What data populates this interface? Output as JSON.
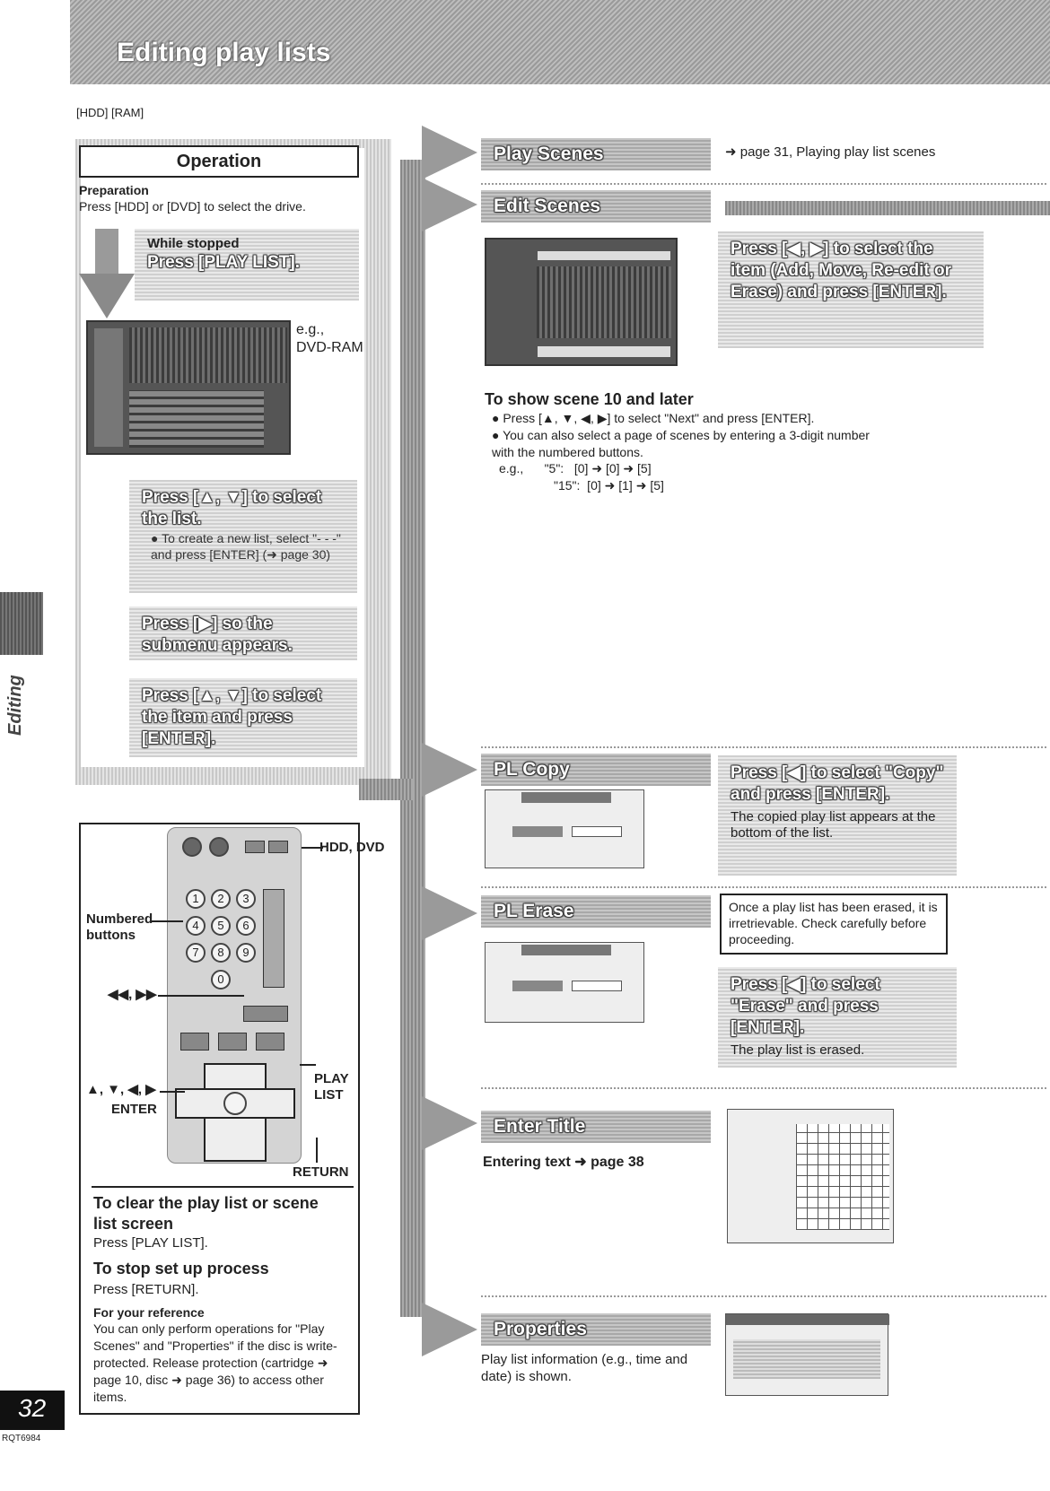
{
  "header": {
    "title": "Editing play lists",
    "drive_tags": "[HDD] [RAM]"
  },
  "side": {
    "tab_label": "Editing",
    "page_number": "32",
    "doc_code": "RQT6984"
  },
  "operation": {
    "title": "Operation",
    "prep_heading": "Preparation",
    "prep_text": "Press [HDD] or [DVD] to select the drive.",
    "step1_pre": "While stopped",
    "step1": "Press [PLAY LIST].",
    "example_label_1": "e.g.,",
    "example_label_2": "DVD-RAM",
    "step2": "Press [▲, ▼] to select the list.",
    "step2_note": "● To create a new list, select \"- - -\" and press [ENTER] (➜ page 30)",
    "step3": "Press [▶] so the submenu appears.",
    "step4": "Press [▲, ▼] to select the item and press [ENTER]."
  },
  "remote": {
    "hdd_dvd": "HDD, DVD",
    "numbered": "Numbered buttons",
    "skip": "◀◀, ▶▶",
    "arrows": "▲, ▼, ◀, ▶",
    "enter": "ENTER",
    "play_list": "PLAY LIST",
    "return": "RETURN",
    "keys": [
      "1",
      "2",
      "3",
      "4",
      "5",
      "6",
      "7",
      "8",
      "9",
      "0"
    ]
  },
  "clear": {
    "heading": "To clear the play list or scene list screen",
    "text": "Press [PLAY LIST]."
  },
  "stop": {
    "heading": "To stop set up process",
    "text": "Press [RETURN]."
  },
  "reference": {
    "heading": "For your reference",
    "text": "You can only perform operations for \"Play Scenes\" and \"Properties\" if the disc is write-protected. Release protection (cartridge ➜ page 10, disc ➜ page 36) to access other items."
  },
  "play_scenes": {
    "title": "Play Scenes",
    "ref": "➜ page 31, Playing play list scenes"
  },
  "edit_scenes": {
    "title": "Edit Scenes",
    "instruction": "Press [◀, ▶] to select the item (Add, Move, Re-edit or Erase) and press [ENTER].",
    "scene_heading": "To show scene 10 and later",
    "bullet1": "● Press [▲, ▼, ◀, ▶] to select \"Next\" and press [ENTER].",
    "bullet2": "● You can also select a page of scenes by entering a 3-digit number with the numbered buttons.",
    "eg1": "e.g.,      \"5\":   [0] ➜ [0] ➜ [5]",
    "eg2": "\"15\":  [0] ➜ [1] ➜ [5]"
  },
  "pl_copy": {
    "title": "PL Copy",
    "instruction": "Press [◀] to select \"Copy\" and press [ENTER].",
    "result": "The copied play list appears at the bottom of the list."
  },
  "pl_erase": {
    "title": "PL Erase",
    "warning": "Once a play list has been erased, it is irretrievable. Check carefully before proceeding.",
    "instruction": "Press [◀] to select \"Erase\" and press [ENTER].",
    "result": "The play list is erased."
  },
  "enter_title": {
    "title": "Enter Title",
    "ref": "Entering text ➜ page 38"
  },
  "properties": {
    "title": "Properties",
    "text": "Play list information (e.g., time and date) is shown."
  }
}
